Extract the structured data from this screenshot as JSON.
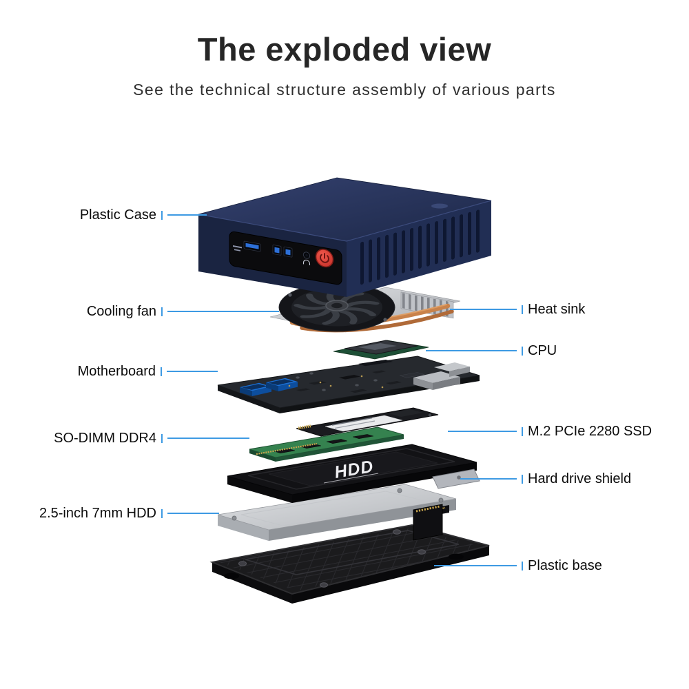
{
  "page": {
    "title": "The exploded view",
    "subtitle": "See the technical structure assembly of various parts"
  },
  "callouts": {
    "left": [
      {
        "label": "Plastic Case"
      },
      {
        "label": "Cooling fan"
      },
      {
        "label": "Motherboard"
      },
      {
        "label": "SO-DIMM DDR4"
      },
      {
        "label": "2.5-inch 7mm HDD"
      }
    ],
    "right": [
      {
        "label": "Heat sink"
      },
      {
        "label": "CPU"
      },
      {
        "label": "M.2 PCIe 2280 SSD"
      },
      {
        "label": "Hard drive shield"
      },
      {
        "label": "Plastic base"
      }
    ]
  },
  "diagram": {
    "hdd_shield_text": "HDD"
  },
  "colors": {
    "accent_blue": "#3d9ae3",
    "case_navy": "#232f55",
    "power_red": "#d83a34",
    "copper": "#c9824a",
    "pcb_green": "#35824f"
  }
}
